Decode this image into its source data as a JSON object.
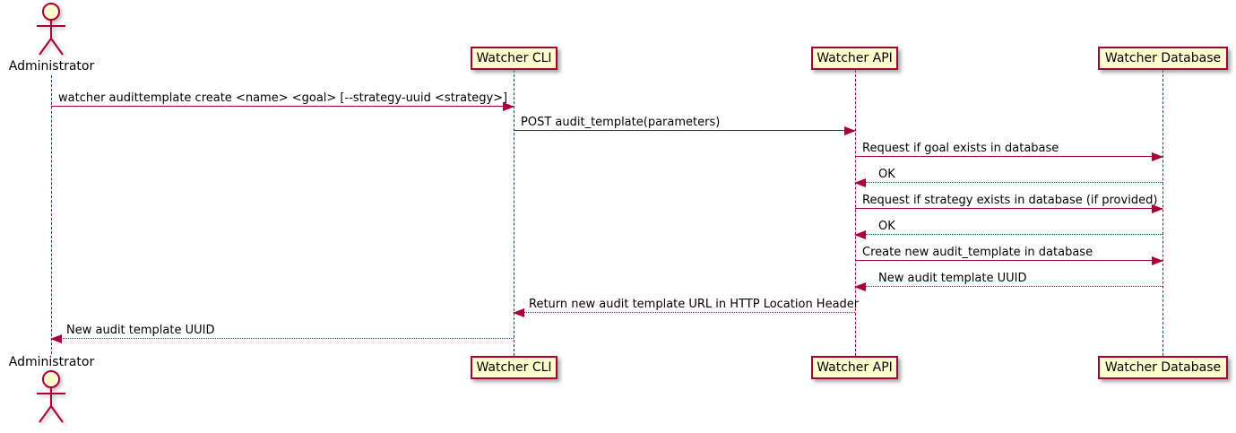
{
  "diagram": {
    "type": "sequence-diagram",
    "colors": {
      "participant_fill": "#FEFECE",
      "stroke": "#A80036",
      "text": "#000000",
      "background": "#FFFFFF"
    },
    "actor": {
      "label": "Administrator"
    },
    "participants": [
      {
        "label": "Watcher CLI"
      },
      {
        "label": "Watcher API"
      },
      {
        "label": "Watcher Database"
      }
    ],
    "messages": [
      {
        "from": "Administrator",
        "to": "Watcher CLI",
        "style": "solid",
        "label": "watcher audittemplate create <name> <goal> [--strategy-uuid <strategy>]"
      },
      {
        "from": "Watcher CLI",
        "to": "Watcher API",
        "style": "solid",
        "label": "POST audit_template(parameters)"
      },
      {
        "from": "Watcher API",
        "to": "Watcher Database",
        "style": "solid",
        "label": "Request if goal exists in database"
      },
      {
        "from": "Watcher Database",
        "to": "Watcher API",
        "style": "dotted",
        "label": "OK"
      },
      {
        "from": "Watcher API",
        "to": "Watcher Database",
        "style": "solid",
        "label": "Request if strategy exists in database (if provided)"
      },
      {
        "from": "Watcher Database",
        "to": "Watcher API",
        "style": "dotted",
        "label": "OK"
      },
      {
        "from": "Watcher API",
        "to": "Watcher Database",
        "style": "solid",
        "label": "Create new audit_template in database"
      },
      {
        "from": "Watcher Database",
        "to": "Watcher API",
        "style": "dotted",
        "label": "New audit template UUID"
      },
      {
        "from": "Watcher API",
        "to": "Watcher CLI",
        "style": "dotted",
        "label": "Return new audit template URL in HTTP Location Header"
      },
      {
        "from": "Watcher CLI",
        "to": "Administrator",
        "style": "dotted",
        "label": "New audit template UUID"
      }
    ]
  }
}
